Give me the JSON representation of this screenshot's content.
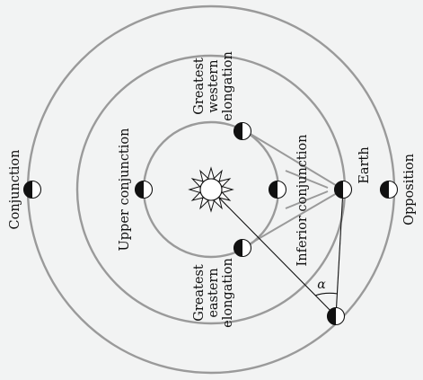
{
  "labels": {
    "conjunction": "Conjunction",
    "upper_conjunction": "Upper conjunction",
    "greatest_western_elongation": [
      "Greatest",
      "western",
      "elongation"
    ],
    "greatest_eastern_elongation": [
      "Greatest",
      "eastern",
      "elongation"
    ],
    "inferior_conjunction": "Inferior conjunction",
    "earth": "Earth",
    "opposition": "Opposition",
    "angle": "α"
  },
  "icons": {
    "sun": "sun-icon",
    "planet": "half-lit-planet-icon"
  },
  "colors": {
    "background": "#f2f3f3",
    "orbit": "#9a9a9a",
    "ink": "#111111"
  }
}
